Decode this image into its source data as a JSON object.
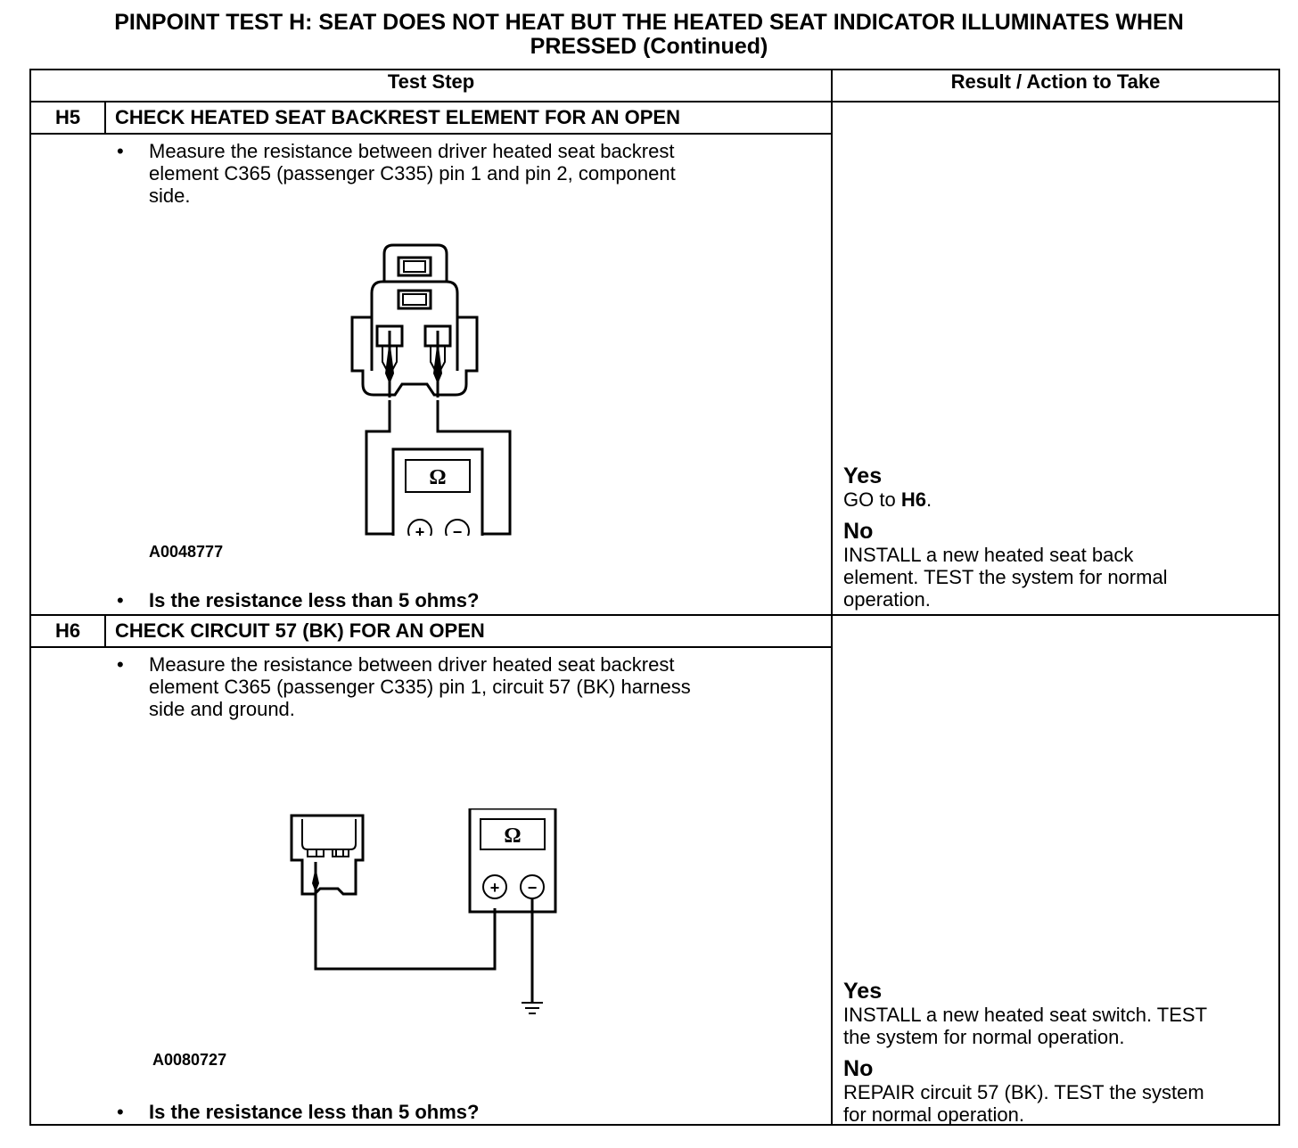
{
  "title_line1": "PINPOINT TEST H:  SEAT DOES NOT HEAT BUT THE HEATED SEAT INDICATOR ILLUMINATES WHEN",
  "title_line2": "PRESSED (Continued)",
  "headers": {
    "test_step": "Test Step",
    "result": "Result / Action to Take"
  },
  "steps": [
    {
      "id": "H5",
      "title": "CHECK HEATED SEAT BACKREST ELEMENT FOR AN OPEN",
      "instruction": [
        "Measure the resistance between driver heated seat backrest",
        "element C365 (passenger C335) pin 1 and pin 2, component",
        "side."
      ],
      "figure_id": "A0048777",
      "question": "Is the resistance less than 5 ohms?",
      "yes_label": "Yes",
      "yes_text_pre": "GO to ",
      "yes_text_bold": "H6",
      "yes_text_post": ".",
      "no_label": "No",
      "no_text": [
        "INSTALL a new heated seat back",
        "element. TEST the system for normal",
        "operation."
      ]
    },
    {
      "id": "H6",
      "title": "CHECK CIRCUIT 57 (BK) FOR AN OPEN",
      "instruction": [
        "Measure the resistance between driver heated seat backrest",
        "element C365 (passenger C335) pin 1, circuit 57 (BK) harness",
        "side and ground."
      ],
      "figure_id": "A0080727",
      "question": "Is the resistance less than 5 ohms?",
      "yes_label": "Yes",
      "yes_text": [
        "INSTALL a new heated seat switch. TEST",
        "the system for normal operation."
      ],
      "no_label": "No",
      "no_text": [
        "REPAIR circuit 57 (BK). TEST the system",
        "for normal operation."
      ]
    }
  ],
  "meter": {
    "symbol": "Ω",
    "plus": "+",
    "minus": "−"
  },
  "bullet": "•"
}
